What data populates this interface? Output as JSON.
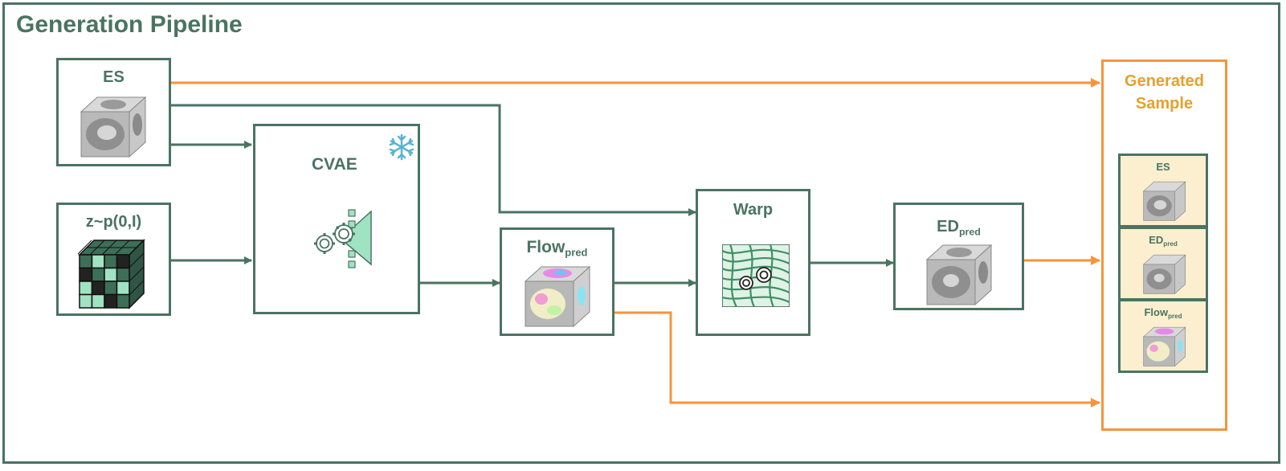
{
  "diagram": {
    "title": "Generation Pipeline",
    "nodes": {
      "es": {
        "label": "ES"
      },
      "z": {
        "label": "z~p(0,I)"
      },
      "cvae": {
        "label": "CVAE",
        "badge_icon": "snowflake-icon"
      },
      "flow": {
        "label": "Flow",
        "sub": "pred"
      },
      "warp": {
        "label": "Warp"
      },
      "ed": {
        "label": "ED",
        "sub": "pred"
      }
    },
    "output": {
      "title_line1": "Generated",
      "title_line2": "Sample",
      "cards": [
        {
          "label": "ES",
          "sub": ""
        },
        {
          "label": "ED",
          "sub": "pred"
        },
        {
          "label": "Flow",
          "sub": "pred"
        }
      ]
    },
    "colors": {
      "main": "#4a7362",
      "output_arrows": "#f7943b",
      "output_title": "#e5a12b",
      "card_fill": "#fcefcf",
      "latent_teal": "#9fe3c3",
      "snowflake": "#5bb3cf"
    }
  }
}
